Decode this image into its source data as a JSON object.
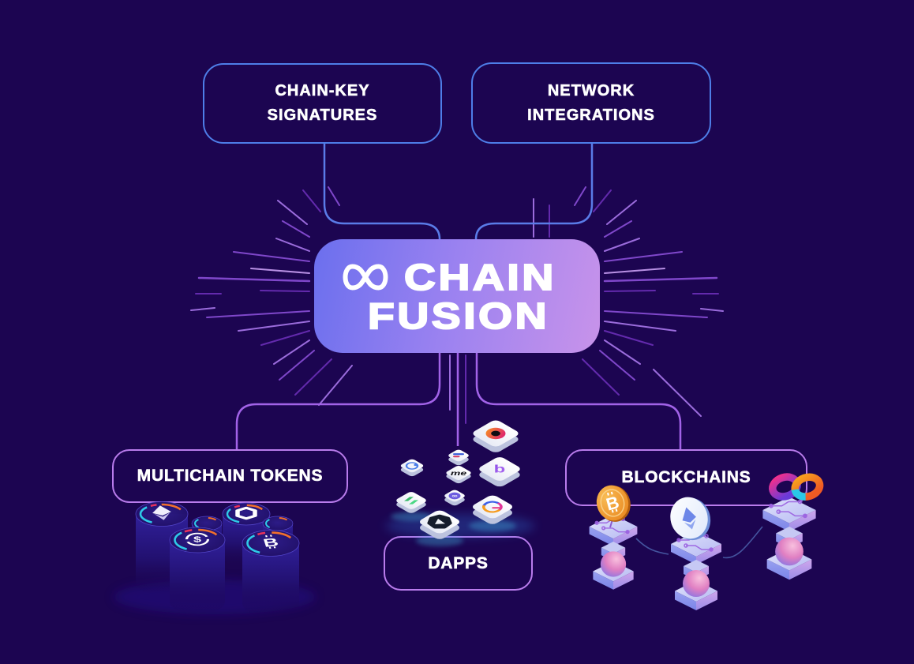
{
  "page": {
    "type": "infographic-diagram",
    "product": "Chain Fusion"
  },
  "center": {
    "logo_icon": "infinity-icon",
    "brand_line1": "CHAIN",
    "brand_line2": "FUSION"
  },
  "nodes": {
    "chain_key_signatures": {
      "line1": "CHAIN-KEY",
      "line2": "SIGNATURES"
    },
    "network_integrations": {
      "line1": "NETWORK",
      "line2": "INTEGRATIONS"
    },
    "multichain_tokens": {
      "label": "MULTICHAIN TOKENS"
    },
    "dapps": {
      "label": "DAPPS"
    },
    "blockchains": {
      "label": "BLOCKCHAINS"
    }
  },
  "illustrations": {
    "multichain_token_icons": [
      "ethereum-token",
      "plain-token",
      "chainlink-token",
      "plain-token",
      "stablecoin-dollar-token",
      "bitcoin-token"
    ],
    "dapp_tile_icons": [
      "dscvr-donut-app",
      "flag-app",
      "blue-ring-dot-app",
      "bioniq-b-app",
      "me-app",
      "openchat-infinity-app",
      "green-zigzag-app",
      "rainbow-ring-app",
      "dark-heptagon-play-app"
    ],
    "blockchain_pedestal_icons": [
      "bitcoin-coin",
      "ethereum-coin",
      "icp-infinity-logo"
    ],
    "dapp_tile_text": {
      "me": "me",
      "bioniq": "b"
    },
    "icon_glyphs": {
      "bitcoin_b": "B",
      "dollar": "$",
      "infinity": "∞"
    }
  },
  "colors": {
    "background": "#1C0551",
    "top_node_border": "#4E7EE8",
    "bottom_node_border": "#B97CEC",
    "connector_blue": "#5A7CE8",
    "connector_purple": "#A263E8",
    "hub_gradient_start": "#6B6FEE",
    "hub_gradient_end": "#C893EA",
    "label_text": "#FFFFFF"
  }
}
